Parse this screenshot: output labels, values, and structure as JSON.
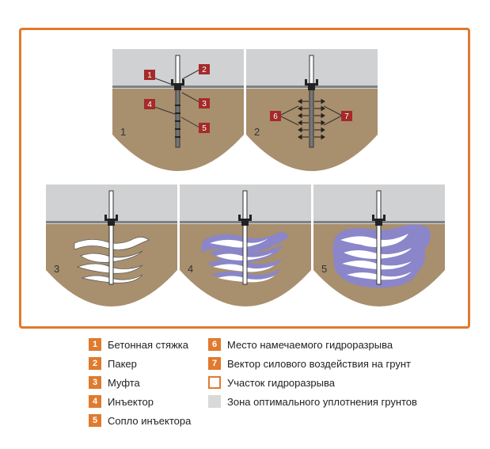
{
  "panels": [
    {
      "id": "1",
      "label": "1",
      "callouts": [
        "1",
        "2",
        "3",
        "4",
        "5"
      ]
    },
    {
      "id": "2",
      "label": "2",
      "callouts": [
        "6",
        "7"
      ]
    },
    {
      "id": "3",
      "label": "3"
    },
    {
      "id": "4",
      "label": "4"
    },
    {
      "id": "5",
      "label": "5"
    }
  ],
  "legend": {
    "left": [
      {
        "num": "1",
        "text": "Бетонная стяжка"
      },
      {
        "num": "2",
        "text": "Пакер"
      },
      {
        "num": "3",
        "text": "Муфта"
      },
      {
        "num": "4",
        "text": "Инъектор"
      },
      {
        "num": "5",
        "text": "Сопло инъектора"
      }
    ],
    "right": [
      {
        "num": "6",
        "text": "Место намечаемого гидроразрыва",
        "swatch": "number"
      },
      {
        "num": "7",
        "text": "Вектор силового воздействия на грунт",
        "swatch": "number"
      },
      {
        "num": "",
        "text": "Участок гидроразрыва",
        "swatch": "hollow"
      },
      {
        "num": "",
        "text": "Зона оптимального уплотнения грунтов",
        "swatch": "grey"
      }
    ]
  },
  "colors": {
    "frame": "#e07a2e",
    "concrete": "#cfd1d3",
    "soil": "#a88f6e",
    "callout": "#a52a2a",
    "injection": "#8a86c9",
    "fracture": "#ffffff"
  }
}
